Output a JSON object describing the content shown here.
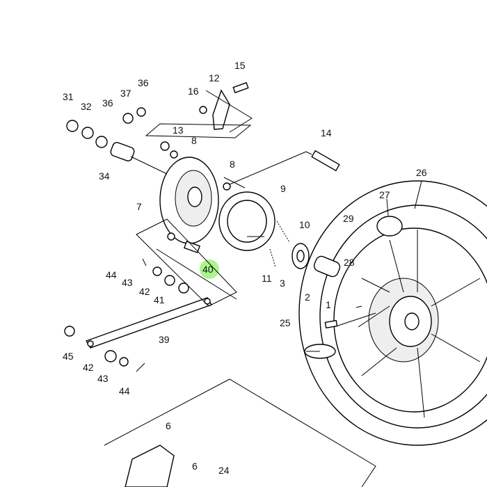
{
  "diagram": {
    "highlight_part": "40",
    "highlight_color": "#9cf27a",
    "labels": {
      "p1": "1",
      "p2": "2",
      "p3": "3",
      "p6a": "6",
      "p6b": "6",
      "p7": "7",
      "p8a": "8",
      "p8b": "8",
      "p9": "9",
      "p10": "10",
      "p11": "11",
      "p12": "12",
      "p13": "13",
      "p14": "14",
      "p15": "15",
      "p16": "16",
      "p24": "24",
      "p25": "25",
      "p26": "26",
      "p27": "27",
      "p28": "28",
      "p29": "29",
      "p31": "31",
      "p32": "32",
      "p34": "34",
      "p36a": "36",
      "p36b": "36",
      "p37": "37",
      "p39": "39",
      "p40": "40",
      "p41": "41",
      "p42a": "42",
      "p42b": "42",
      "p43a": "43",
      "p43b": "43",
      "p44a": "44",
      "p44b": "44",
      "p45": "45"
    }
  }
}
